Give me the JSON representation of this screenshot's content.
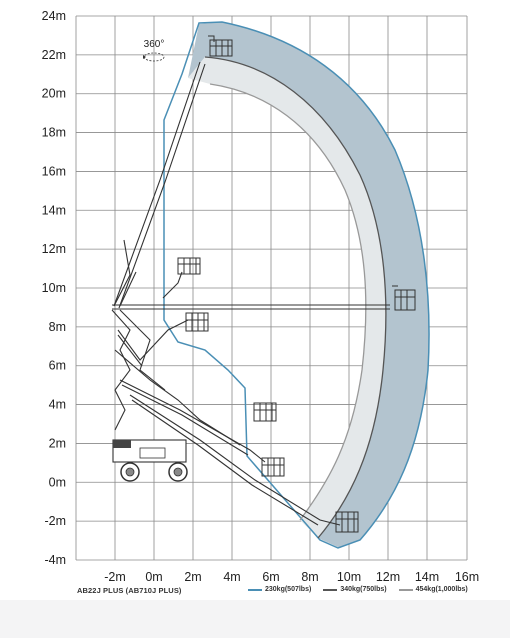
{
  "rotation_label": "360°",
  "y_axis": {
    "ticks": [
      "24m",
      "22m",
      "20m",
      "18m",
      "16m",
      "14m",
      "12m",
      "10m",
      "8m",
      "6m",
      "4m",
      "2m",
      "0m",
      "-2m",
      "-4m"
    ]
  },
  "x_axis": {
    "ticks": [
      "-2m",
      "0m",
      "2m",
      "4m",
      "6m",
      "8m",
      "10m",
      "12m",
      "14m",
      "16m"
    ]
  },
  "model_label": "AB22J PLUS (AB710J PLUS)",
  "legend": [
    {
      "label": "230kg(507lbs)",
      "color": "#4a8fb5"
    },
    {
      "label": "340kg(750lbs)",
      "color": "#555555"
    },
    {
      "label": "454kg(1,000lbs)",
      "color": "#999999"
    }
  ],
  "zones": {
    "outer_fill": "#b3c4cf",
    "inner_fill": "#e4e8ea",
    "outline": "#4a8fb5"
  }
}
